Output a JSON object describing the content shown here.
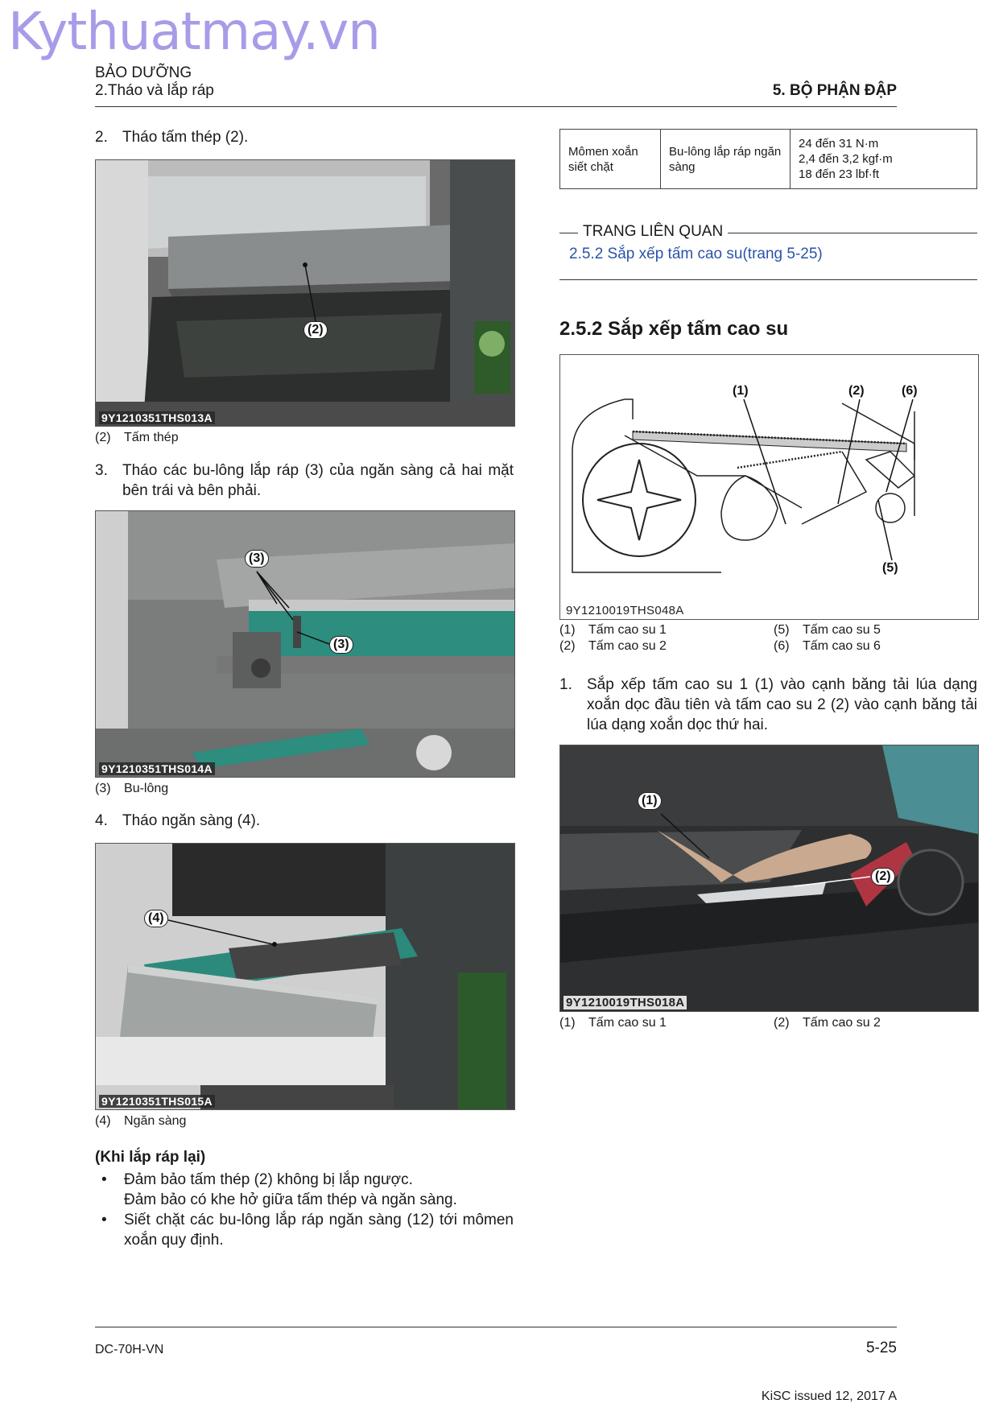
{
  "watermark": "Kythuatmay.vn",
  "header": {
    "section": "BẢO DƯỠNG",
    "subsection": "2.Tháo và lắp ráp",
    "chapter": "5. BỘ PHẬN ĐẬP"
  },
  "left": {
    "step2": {
      "num": "2.",
      "text": "Tháo tấm thép (2)."
    },
    "photo1": {
      "code": "9Y1210351THS013A",
      "callout": "(2)",
      "caption_num": "(2)",
      "caption_text": "Tấm thép"
    },
    "step3": {
      "num": "3.",
      "text": "Tháo các bu-lông lắp ráp (3) của ngăn sàng cả hai mặt bên trái và bên phải."
    },
    "photo2": {
      "code": "9Y1210351THS014A",
      "callout_a": "(3)",
      "callout_b": "(3)",
      "caption_num": "(3)",
      "caption_text": "Bu-lông"
    },
    "step4": {
      "num": "4.",
      "text": "Tháo ngăn sàng (4)."
    },
    "photo3": {
      "code": "9Y1210351THS015A",
      "callout": "(4)",
      "caption_num": "(4)",
      "caption_text": "Ngăn sàng"
    },
    "reassembly": {
      "title": "(Khi lắp ráp lại)",
      "bullet1_line1": "Đảm bảo tấm thép (2) không bị lắp ngược.",
      "bullet1_line2": "Đảm bảo có khe hở giữa tấm thép và ngăn sàng.",
      "bullet2": "Siết chặt các bu-lông lắp ráp ngăn sàng (12) tới mômen xoắn quy định."
    }
  },
  "right": {
    "torque_table": {
      "label": "Mômen xoắn siết chặt",
      "item": "Bu-lông lắp ráp ngăn sàng",
      "value_nm": "24 đến 31 N·m",
      "value_kgf": "2,4 đến 3,2 kgf·m",
      "value_lbf": "18 đến 23 lbf·ft"
    },
    "related": {
      "title": "TRANG LIÊN QUAN",
      "link": "2.5.2 Sắp xếp tấm cao su(trang 5-25)"
    },
    "section_title": "2.5.2 Sắp xếp tấm cao su",
    "diagram": {
      "code": "9Y1210019THS048A",
      "labels": [
        "(1)",
        "(2)",
        "(6)",
        "(5)"
      ],
      "legend": [
        {
          "num": "(1)",
          "text": "Tấm cao su 1"
        },
        {
          "num": "(2)",
          "text": "Tấm cao su 2"
        },
        {
          "num": "(5)",
          "text": "Tấm cao su 5"
        },
        {
          "num": "(6)",
          "text": "Tấm cao su 6"
        }
      ]
    },
    "step1": {
      "num": "1.",
      "text": "Sắp xếp tấm cao su 1 (1) vào cạnh băng tải lúa dạng xoắn dọc đầu tiên và tấm cao su 2 (2) vào cạnh băng tải lúa dạng xoắn dọc thứ hai."
    },
    "photo4": {
      "code": "9Y1210019THS018A",
      "callout_a": "(1)",
      "callout_b": "(2)",
      "legend": [
        {
          "num": "(1)",
          "text": "Tấm cao su 1"
        },
        {
          "num": "(2)",
          "text": "Tấm cao su 2"
        }
      ]
    }
  },
  "footer": {
    "model": "DC-70H-VN",
    "page": "5-25",
    "issued": "KiSC issued 12, 2017 A"
  }
}
